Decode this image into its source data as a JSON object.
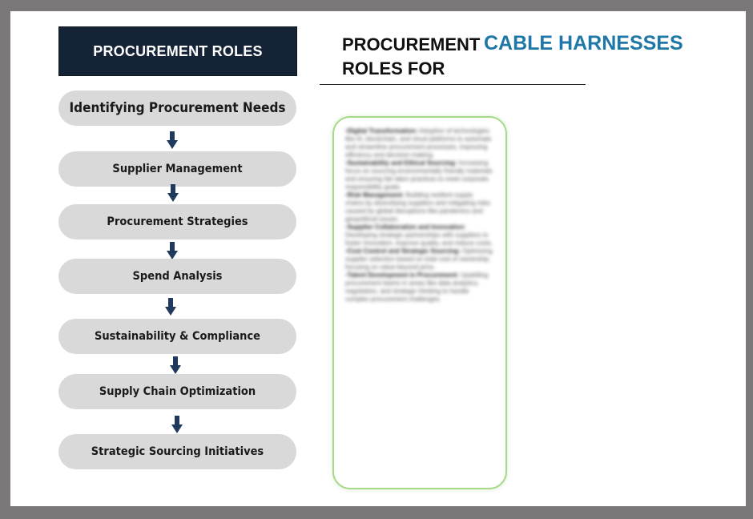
{
  "header": {
    "label": "PROCUREMENT ROLES"
  },
  "title": {
    "line_a": "PROCUREMENT ROLES FOR",
    "line_b": "CABLE HARNESSES"
  },
  "steps": [
    "Identifying Procurement Needs",
    "Supplier Management",
    "Procurement Strategies",
    "Spend Analysis",
    "Sustainability & Compliance",
    "Supply Chain Optimization",
    "Strategic Sourcing Initiatives"
  ],
  "card": {
    "items": [
      {
        "heading": "Digital Transformation:",
        "text": "Adoption of technologies like AI, blockchain, and cloud platforms to automate and streamline procurement processes, improving efficiency and decision-making."
      },
      {
        "heading": "Sustainability and Ethical Sourcing:",
        "text": "Increasing focus on sourcing environmentally friendly materials and ensuring fair labor practices to meet corporate responsibility goals."
      },
      {
        "heading": "Risk Management:",
        "text": "Building resilient supply chains by diversifying suppliers and mitigating risks caused by global disruptions like pandemics and geopolitical issues."
      },
      {
        "heading": "Supplier Collaboration and Innovation:",
        "text": "Developing strategic partnerships with suppliers to foster innovation, improve quality, and reduce costs."
      },
      {
        "heading": "Cost Control and Strategic Sourcing:",
        "text": "Optimizing supplier selection based on total cost of ownership, focusing on value beyond price."
      },
      {
        "heading": "Talent Development in Procurement:",
        "text": "Upskilling procurement teams in areas like data analytics, negotiation, and strategic thinking to handle complex procurement challenges."
      }
    ]
  },
  "colors": {
    "header_bg": "#152336",
    "accent": "#1f77a8",
    "pill": "#d9d9d9",
    "arrow": "#1f3a5c",
    "card_border": "#a6d98a"
  }
}
